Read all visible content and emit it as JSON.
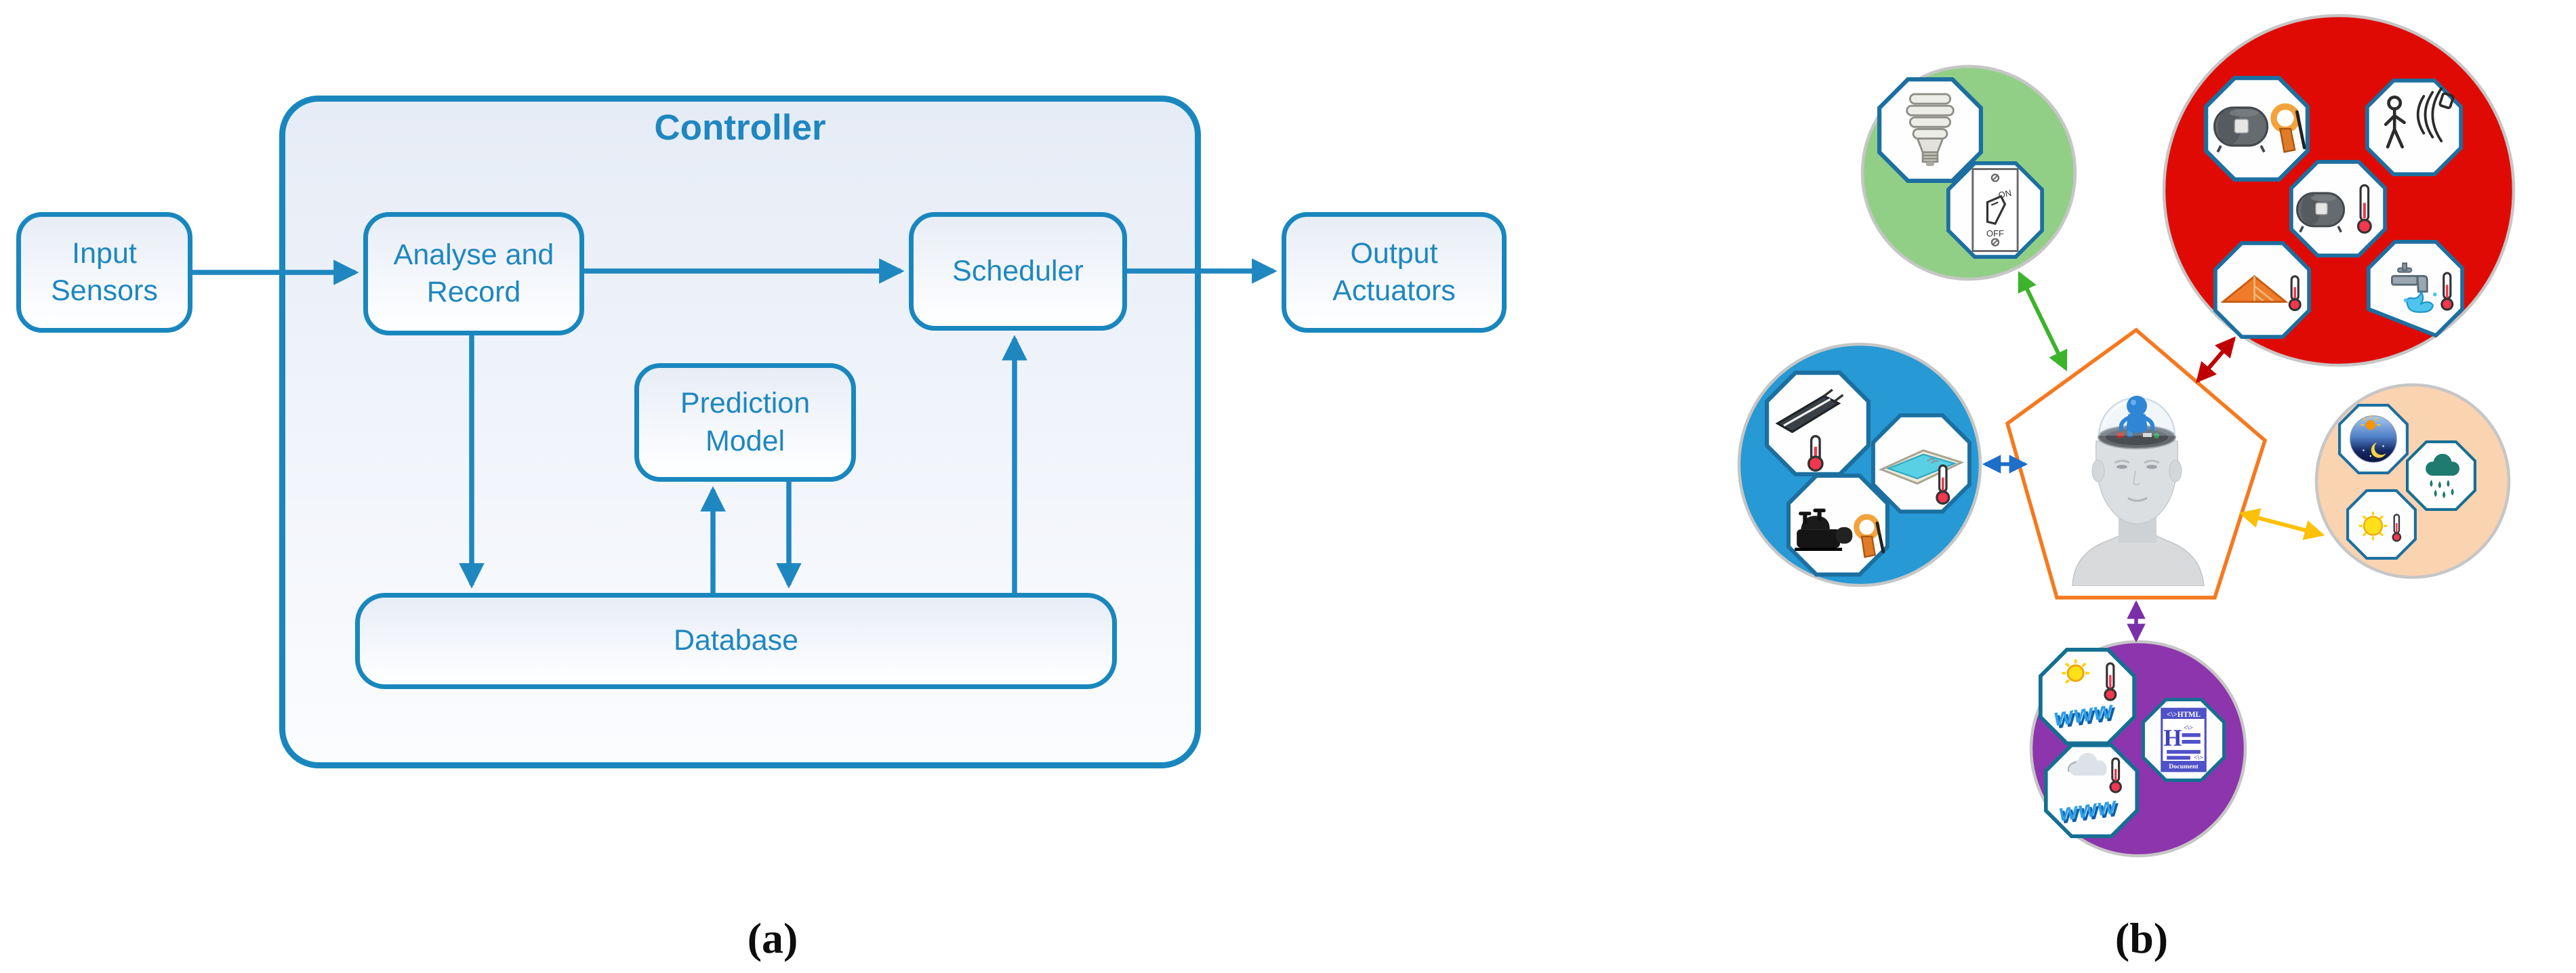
{
  "figure": {
    "panel_a_label": "(a)",
    "panel_b_label": "(b)"
  },
  "diagram_a": {
    "title": "Controller",
    "accent_color": "#1E87C0",
    "nodes": {
      "input_sensors": "Input Sensors",
      "analyse_record": "Analyse and Record",
      "scheduler": "Scheduler",
      "prediction_model": "Prediction Model",
      "database": "Database",
      "output_actuators": "Output Actuators"
    },
    "edges": [
      {
        "from": "Input Sensors",
        "to": "Analyse and Record"
      },
      {
        "from": "Analyse and Record",
        "to": "Scheduler"
      },
      {
        "from": "Scheduler",
        "to": "Output Actuators"
      },
      {
        "from": "Analyse and Record",
        "to": "Database"
      },
      {
        "from": "Prediction Model",
        "to": "Database"
      },
      {
        "from": "Database",
        "to": "Prediction Model"
      },
      {
        "from": "Database",
        "to": "Scheduler"
      }
    ]
  },
  "diagram_b": {
    "pentagon_color": "#F5791F",
    "center_icon": "head-with-agent-icon",
    "clusters": [
      {
        "id": "lighting",
        "circle_color": "#92CF86",
        "arrow_color": "#3CB32B",
        "icons": [
          "cfl-bulb-icon",
          "light-switch-icon"
        ]
      },
      {
        "id": "hot-water",
        "circle_color": "#E00A04",
        "arrow_color": "#C00000",
        "icons": [
          "water-heater-clamp-meter-icon",
          "motion-sensor-icon",
          "water-heater-thermometer-icon",
          "roof-thermometer-icon",
          "tap-thermometer-icon"
        ]
      },
      {
        "id": "swimming-pool",
        "circle_color": "#2799D4",
        "arrow_color": "#1D6FC8",
        "icons": [
          "solar-collector-thermometer-icon",
          "pool-thermometer-icon",
          "pool-pump-clamp-meter-icon"
        ]
      },
      {
        "id": "weather",
        "circle_color": "#FAD3B1",
        "arrow_color": "#FFC00A",
        "icons": [
          "day-night-icon",
          "rain-cloud-icon",
          "sun-thermometer-icon"
        ]
      },
      {
        "id": "web-forecast",
        "circle_color": "#8C35AC",
        "arrow_color": "#7A2EA8",
        "icons": [
          "web-sun-thermometer-icon",
          "web-cloud-thermometer-icon",
          "html-document-icon"
        ]
      }
    ],
    "icon_text": {
      "switch_on": "ON",
      "switch_off": "OFF",
      "www": "www",
      "html_header": "<\\>HTML",
      "html_letter": "H",
      "html_tag": "<\\>",
      "html_footer": "Document"
    }
  }
}
